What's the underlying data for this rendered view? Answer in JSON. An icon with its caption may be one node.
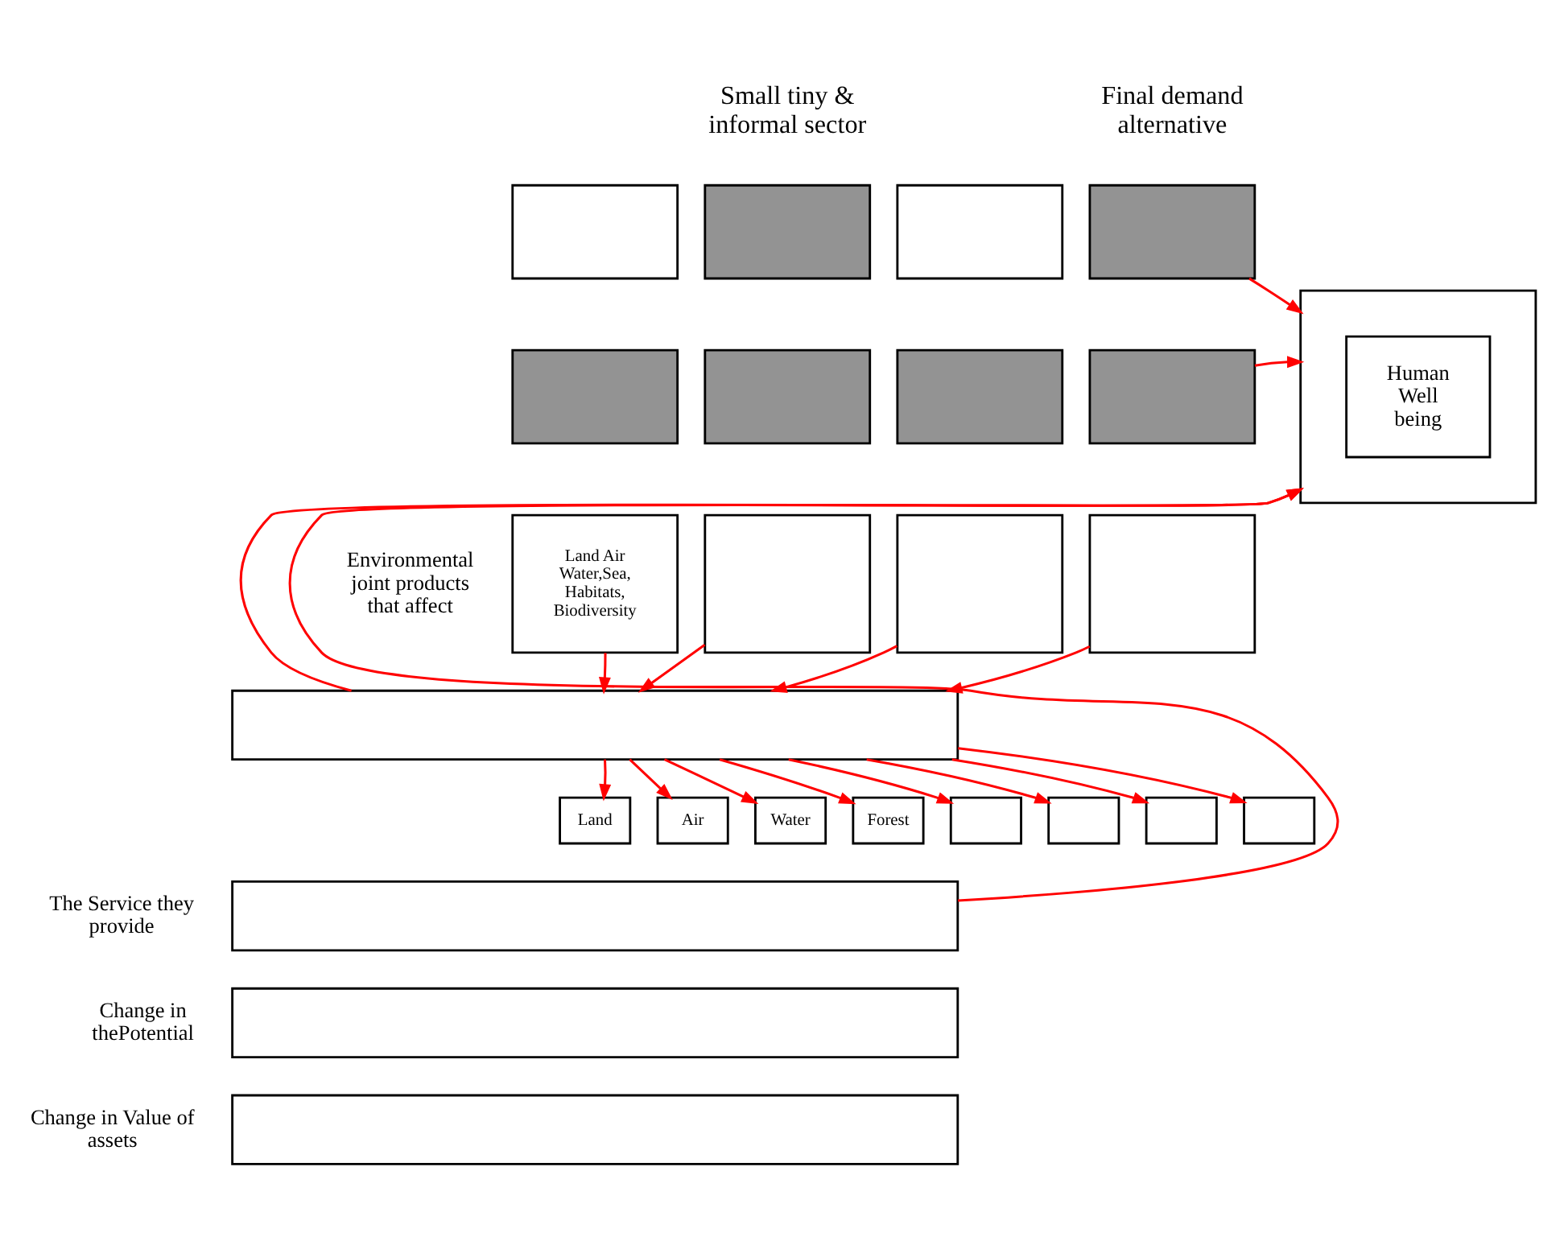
{
  "diagram": {
    "nodes": [
      {
        "text": [],
        "shape": "box"
      },
      {
        "text": [],
        "shape": "box"
      },
      {
        "text": [],
        "shape": "box"
      },
      {
        "text": [],
        "shape": "box"
      },
      {
        "text": [],
        "shape": "box"
      },
      {
        "text": [],
        "shape": "box"
      },
      {
        "text": [],
        "shape": "box"
      },
      {
        "text": [],
        "shape": "box"
      },
      {
        "text": [
          "Land Air Water,Sea, Habitats, Biodiversity"
        ]
      },
      {
        "text": [],
        "shape": "box"
      },
      {
        "text": [],
        "shape": "box"
      },
      {
        "text": [],
        "shape": "box"
      },
      {
        "text": [],
        "shape": "box"
      },
      {
        "text": [
          "Land"
        ]
      },
      {
        "text": [
          "Air"
        ]
      },
      {
        "text": [
          "Water"
        ]
      },
      {
        "text": [
          "Forest"
        ]
      },
      {
        "text": [],
        "shape": "box"
      },
      {
        "text": [],
        "shape": "box"
      },
      {
        "text": [],
        "shape": "box"
      },
      {
        "text": [],
        "shape": "box"
      },
      {
        "text": [],
        "shape": "box"
      },
      {
        "text": [],
        "shape": "box"
      },
      {
        "text": [],
        "shape": "box"
      },
      {
        "text": [],
        "shape": "box"
      },
      {
        "text": [
          "Human Well being"
        ],
        "in": 24
      }
    ],
    "edges": [
      {
        "from": 3,
        "to": 24,
        "arrow": "to"
      },
      {
        "from": 7,
        "to": 24,
        "arrow": "to"
      },
      {
        "from": 8,
        "to": 12,
        "arrow": "to"
      },
      {
        "from": 9,
        "to": 12,
        "arrow": "to"
      },
      {
        "from": 10,
        "to": 12,
        "arrow": "to"
      },
      {
        "from": 11,
        "to": 12,
        "arrow": "to"
      },
      {
        "from": 12,
        "to": 24,
        "arrow": "to"
      },
      {
        "from": 12,
        "to": 13,
        "arrow": "to"
      },
      {
        "from": 12,
        "to": 14,
        "arrow": "to"
      },
      {
        "from": 12,
        "to": 15,
        "arrow": "to"
      },
      {
        "from": 12,
        "to": 16,
        "arrow": "to"
      },
      {
        "from": 12,
        "to": 17,
        "arrow": "to"
      },
      {
        "from": 12,
        "to": 18,
        "arrow": "to"
      },
      {
        "from": 12,
        "to": 19,
        "arrow": "to"
      },
      {
        "from": 12,
        "to": 20,
        "arrow": "to"
      },
      {
        "from": 21,
        "to": 24,
        "arrow": "to"
      }
    ],
    "labels": [
      "Small tiny & informal sector",
      "Final demand alternative",
      "Environmental joint products that affect",
      "The Service they provide",
      "Change in thePotential",
      "Change in Value of assets"
    ]
  }
}
